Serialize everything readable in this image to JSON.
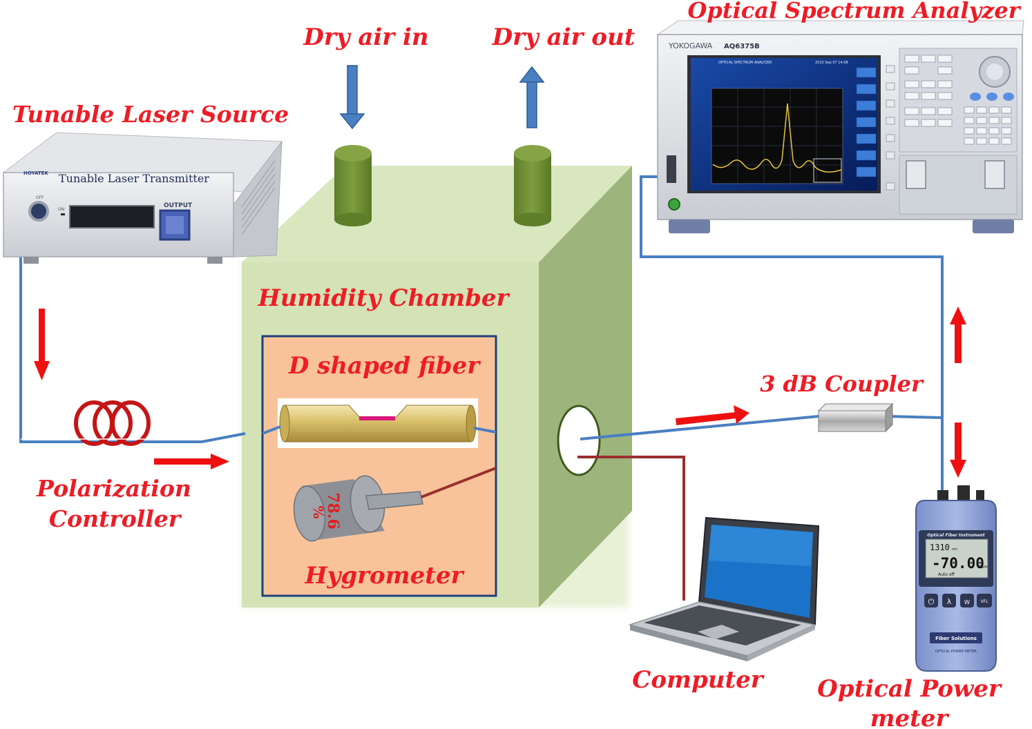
{
  "labels": {
    "dry_air_in": "Dry air in",
    "dry_air_out": "Dry air out",
    "osa": "Optical Spectrum Analyzer",
    "laser_source": "Tunable Laser Source",
    "humidity_chamber": "Humidity Chamber",
    "d_fiber": "D shaped fiber",
    "hygrometer": "Hygrometer",
    "coupler": "3 dB Coupler",
    "polarization_line1": "Polarization",
    "polarization_line2": "Controller",
    "computer": "Computer",
    "power_meter_line1": "Optical Power",
    "power_meter_line2": "meter"
  },
  "devices": {
    "laser": {
      "panel_text": "Tunable Laser Transmitter",
      "brand": "HOYATEK",
      "output_label": "OUTPUT",
      "off_label": "OFF",
      "on_label": "ON"
    },
    "osa": {
      "brand": "YOKOGAWA",
      "model": "AQ6375B",
      "screen_header": "OPTICAL SPECTRUM ANALYZER",
      "date": "2015 Sep 07 14:08"
    },
    "hygrometer": {
      "reading": "78.6",
      "unit": "%"
    },
    "power_meter": {
      "title": "Optical Fiber Instrument",
      "wavelength": "1310",
      "wavelength_unit": "nm",
      "reading": "-70.00",
      "reading_unit": "dBm",
      "status": "Auto off",
      "btn_lambda": "λ",
      "btn_w": "W",
      "btn_vfl": "VFL",
      "brand": "Fiber Solutions",
      "footer": "OPTICAL POWER METER"
    }
  },
  "colors": {
    "label_red": "#ee1c25",
    "fiber_blue": "#4a7fc1",
    "wire_brown": "#9a2f2f",
    "chamber_front": "#d3e3b6",
    "chamber_side": "#9db57c",
    "inner_panel": "#f8c39a",
    "air_arrow": "#4a7fc1",
    "signal_arrow": "#ee1010"
  }
}
